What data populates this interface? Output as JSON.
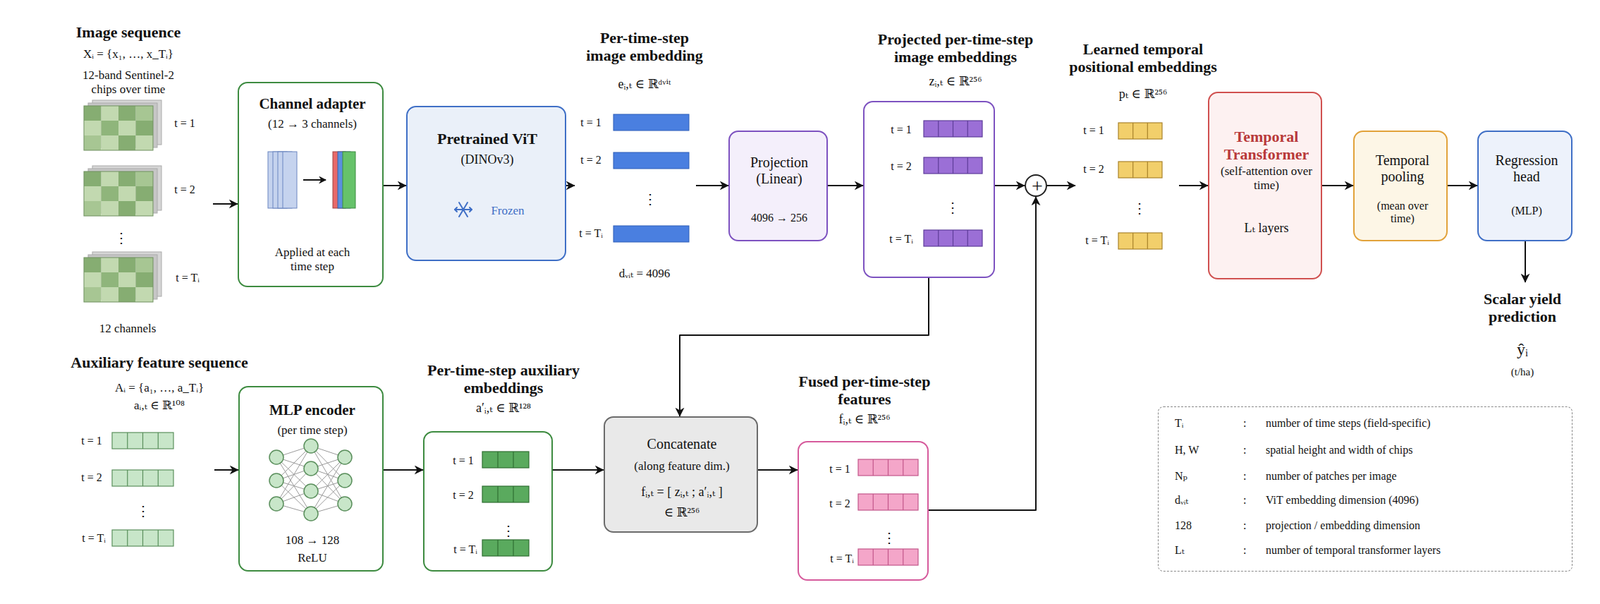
{
  "diagram": {
    "nodes": [
      {
        "text": [
          "Image sequence",
          "Xᵢ = {x₁, …, x_Tᵢ}",
          "12-band Sentinel-2 chips over time",
          "t = 1",
          "t = 2",
          "⋮",
          "t = Tᵢ",
          "12 channels"
        ]
      },
      {
        "text": [
          "Channel adapter",
          "(12 → 3 channels)",
          "Applied at each time step"
        ]
      },
      {
        "text": [
          "Pretrained ViT",
          "(DINOv3)",
          "Frozen"
        ]
      },
      {
        "text": [
          "Per-time-step image embedding",
          "eᵢ,ₜ ∈ ℝᵈᵛⁱᵗ",
          "t = 1",
          "t = 2",
          "⋮",
          "t = Tᵢ",
          "dᵥᵢₜ = 4096"
        ]
      },
      {
        "text": [
          "Projection (Linear)",
          "4096 → 256"
        ]
      },
      {
        "text": [
          "Projected per-time-step image embeddings",
          "zᵢ,ₜ ∈ ℝ²⁵⁶",
          "t = 1",
          "t = 2",
          "⋮",
          "t = Tᵢ"
        ]
      },
      {
        "text": [
          "+"
        ]
      },
      {
        "text": [
          "Learned temporal positional embeddings",
          "pₜ ∈ ℝ²⁵⁶",
          "t = 1",
          "t = 2",
          "⋮",
          "t = Tᵢ"
        ]
      },
      {
        "text": [
          "Temporal Transformer",
          "(self-attention over time)",
          "Lₜ layers"
        ]
      },
      {
        "text": [
          "Temporal pooling",
          "(mean over time)"
        ]
      },
      {
        "text": [
          "Regression head",
          "(MLP)"
        ]
      },
      {
        "text": [
          "Scalar yield prediction",
          "ŷᵢ",
          "(t/ha)"
        ]
      },
      {
        "text": [
          "Auxiliary feature sequence",
          "Aᵢ = {a₁, …, a_Tᵢ}",
          "aᵢ,ₜ ∈ ℝ¹⁰⁸",
          "t = 1",
          "t = 2",
          "⋮",
          "t = Tᵢ"
        ]
      },
      {
        "text": [
          "MLP encoder",
          "(per time step)",
          "108 → 128",
          "ReLU"
        ]
      },
      {
        "text": [
          "Per-time-step auxiliary embeddings",
          "a′ᵢ,ₜ ∈ ℝ¹²⁸",
          "t = 1",
          "t = 2",
          "⋮",
          "t = Tᵢ"
        ]
      },
      {
        "text": [
          "Concatenate",
          "(along feature dim.)",
          "fᵢ,ₜ = [ zᵢ,ₜ ; a′ᵢ,ₜ ]",
          "∈ ℝ²⁵⁶"
        ]
      },
      {
        "text": [
          "Fused per-time-step features",
          "fᵢ,ₜ ∈ ℝ²⁵⁶",
          "t = 1",
          "t = 2",
          "⋮",
          "t = Tᵢ"
        ]
      },
      {
        "text": [
          "Tᵢ",
          ":",
          "number of time steps (field-specific)",
          "H, W",
          ":",
          "spatial height and width of chips",
          "Nₚ",
          ":",
          "number of patches per image",
          "dᵥᵢₜ",
          ":",
          "ViT embedding dimension (4096)",
          "128",
          ":",
          "projection / embedding dimension",
          "Lₜ",
          ":",
          "number of temporal transformer layers"
        ]
      }
    ],
    "edges": [
      {
        "from": 0,
        "to": 1,
        "arrow": "to"
      },
      {
        "from": 1,
        "to": 2,
        "arrow": "to"
      },
      {
        "from": 2,
        "to": 3,
        "arrow": "to"
      },
      {
        "from": 3,
        "to": 4,
        "arrow": "to"
      },
      {
        "from": 4,
        "to": 5,
        "arrow": "to"
      },
      {
        "from": 5,
        "to": 6,
        "arrow": "to"
      },
      {
        "from": 6,
        "to": 7,
        "arrow": "to"
      },
      {
        "from": 7,
        "to": 8,
        "arrow": "to"
      },
      {
        "from": 8,
        "to": 9,
        "arrow": "to"
      },
      {
        "from": 9,
        "to": 10,
        "arrow": "to"
      },
      {
        "from": 10,
        "to": 11,
        "arrow": "to"
      },
      {
        "from": 5,
        "to": 15,
        "arrow": "to"
      },
      {
        "from": 12,
        "to": 13,
        "arrow": "to"
      },
      {
        "from": 13,
        "to": 14,
        "arrow": "to"
      },
      {
        "from": 14,
        "to": 15,
        "arrow": "to"
      },
      {
        "from": 15,
        "to": 16,
        "arrow": "to"
      },
      {
        "from": 16,
        "to": 6,
        "arrow": "to"
      }
    ]
  }
}
